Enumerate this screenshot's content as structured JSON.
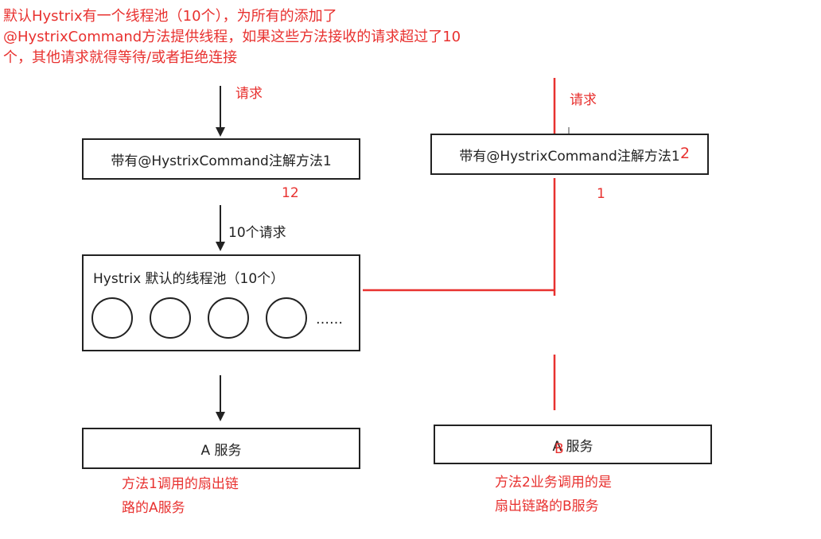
{
  "intro": {
    "lines": [
      "默认Hystrix有一个线程池（10个），为所有的添加了",
      "@HystrixCommand方法提供线程，如果这些方法接收的请求超过了10",
      "个，其他请求就得等待/或者拒绝连接"
    ]
  },
  "left": {
    "request_label": "请求",
    "method_box": "带有@HystrixCommand注解方法1",
    "count_12": "12",
    "ten_requests": "10个请求",
    "pool_title": "Hystrix 默认的线程池（10个）",
    "pool_ellipsis": "……",
    "service_box": "A 服务",
    "note_line1": "方法1调用的扇出链",
    "note_line2": "路的A服务"
  },
  "right": {
    "request_label": "请求",
    "method_box": "带有@HystrixCommand注解方法1",
    "method_overwrite": "2",
    "count_1": "1",
    "service_box": "A 服务",
    "service_overwrite": "B",
    "note_line1": "方法2业务调用的是",
    "note_line2": "扇出链路的B服务"
  },
  "colors": {
    "annotation_red": "#e8312f",
    "line_black": "#222222"
  }
}
